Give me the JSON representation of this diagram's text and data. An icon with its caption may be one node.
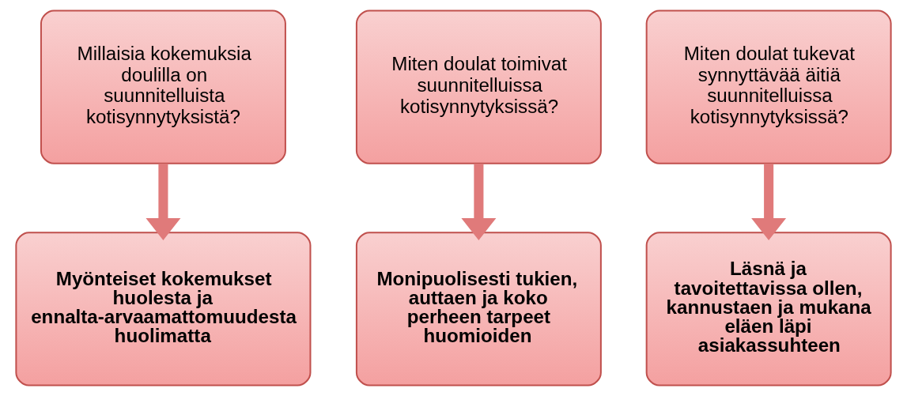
{
  "diagram": {
    "nodes": [
      {
        "text": [
          "Millaisia kokemuksia doulilla on suunnitelluista kotisynnytyksistä?"
        ]
      },
      {
        "text": [
          "Miten doulat toimivat suunnitelluissa kotisynnytyksissä?"
        ]
      },
      {
        "text": [
          "Miten doulat tukevat synnyttävää äitiä suunnitelluissa kotisynnytyksissä?"
        ]
      },
      {
        "text": [
          "Myönteiset kokemukset huolesta ja ennalta-arvaamattomuudesta huolimatta"
        ]
      },
      {
        "text": [
          "Monipuolisesti tukien, auttaen ja koko perheen tarpeet huomioiden"
        ]
      },
      {
        "text": [
          "Läsnä ja tavoitettavissa ollen, kannustaen ja mukana eläen läpi asiakassuhteen"
        ]
      }
    ],
    "edges": [
      {
        "from": 0,
        "to": 3,
        "arrow": "to"
      },
      {
        "from": 1,
        "to": 4,
        "arrow": "to"
      },
      {
        "from": 2,
        "to": 5,
        "arrow": "to"
      }
    ]
  }
}
